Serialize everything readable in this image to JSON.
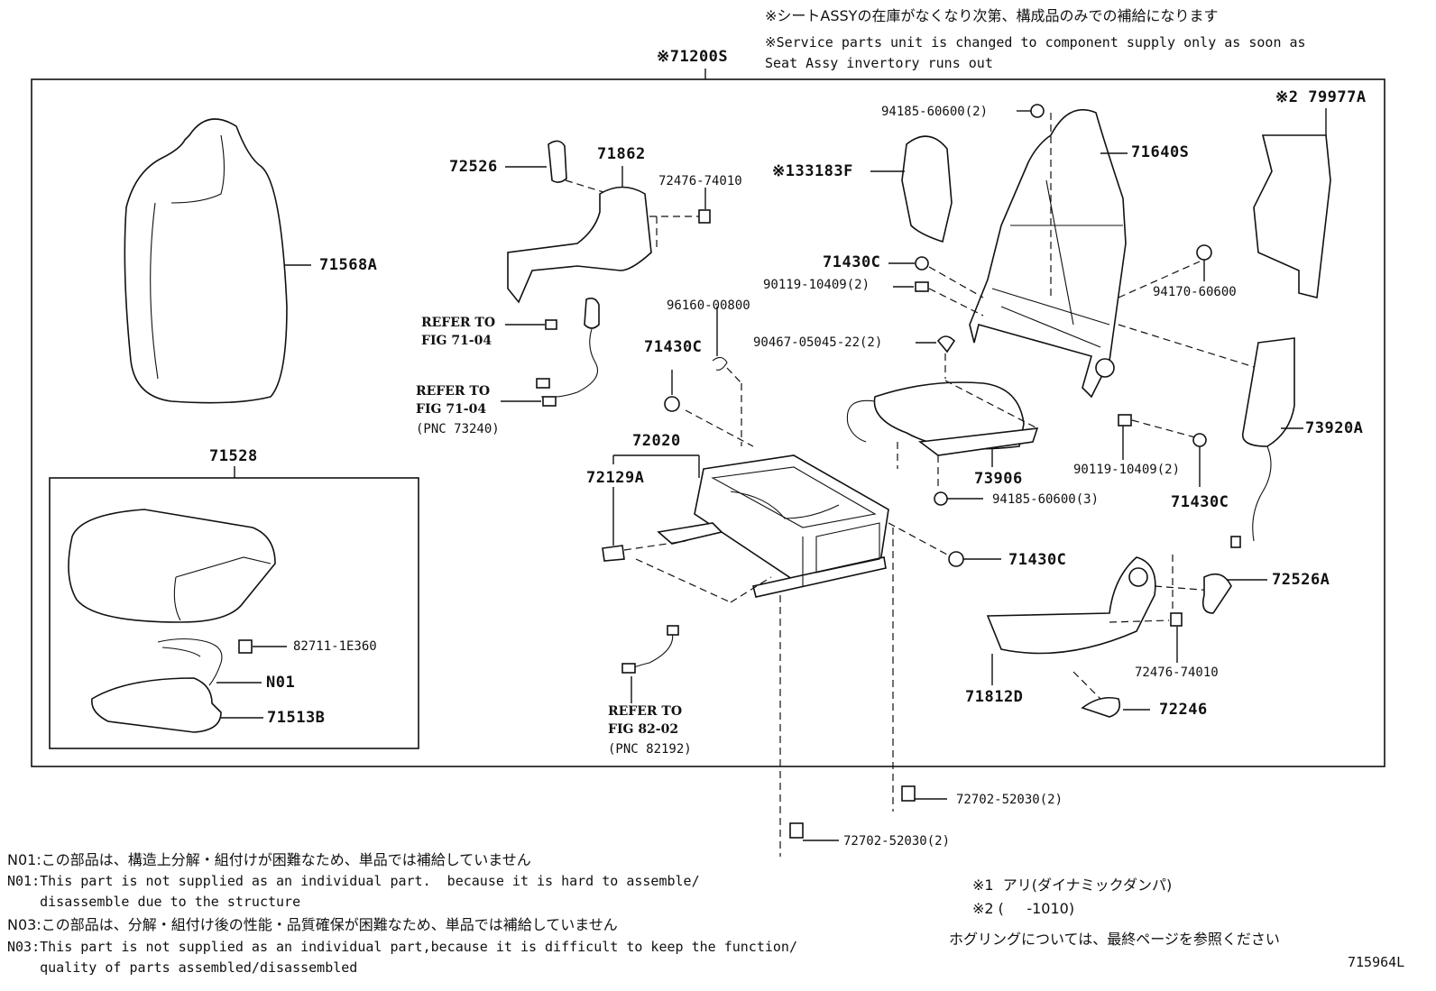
{
  "header": {
    "notice_jp": "※シートASSYの在庫がなくなり次第、構成品のみでの補給になります",
    "notice_en_1": "※Service parts unit is changed to component supply only as soon as",
    "notice_en_2": "Seat Assy invertory runs out"
  },
  "assembly": {
    "label": "※71200S"
  },
  "parts": {
    "p71568A": "71568A",
    "p71528": "71528",
    "p82711": "82711-1E360",
    "pN01": "N01",
    "p71513B": "71513B",
    "p72526": "72526",
    "p71862": "71862",
    "p72476a": "72476-74010",
    "p96160": "96160-00800",
    "p71430c_a": "71430C",
    "p72020": "72020",
    "p72129A": "72129A",
    "p94185a": "94185-60600(2)",
    "p33183F": "※133183F",
    "p71640S": "71640S",
    "p71430c_b": "71430C",
    "p90119a": "90119-10409(2)",
    "p90467": "90467-05045-22(2)",
    "p73906": "73906",
    "p94185b": "94185-60600(3)",
    "p71430c_c": "71430C",
    "p79977A": "※2 79977A",
    "p94170": "94170-60600",
    "p73920A": "73920A",
    "p90119b": "90119-10409(2)",
    "p71430c_d": "71430C",
    "p72526A": "72526A",
    "p72476b": "72476-74010",
    "p71812D": "71812D",
    "p72246": "72246",
    "p72702a": "72702-52030(2)",
    "p72702b": "72702-52030(2)"
  },
  "refs": {
    "r1_line1": "REFER TO",
    "r1_line2": "FIG 71-04",
    "r2_line1": "REFER TO",
    "r2_line2": "FIG 71-04",
    "r2_line3": "(PNC 73240)",
    "r3_line1": "REFER TO",
    "r3_line2": "FIG 82-02",
    "r3_line3": "(PNC 82192)"
  },
  "footnotes": {
    "n01_jp": "N01:この部品は、構造上分解・組付けが困難なため、単品では補給していません",
    "n01_en_1": "N01:This part is not supplied as an individual part.  because it is hard to assemble/",
    "n01_en_2": "    disassemble due to the structure",
    "n03_jp": "N03:この部品は、分解・組付け後の性能・品質確保が困難なため、単品では補給していません",
    "n03_en_1": "N03:This part is not supplied as an individual part,because it is difficult to keep the function/",
    "n03_en_2": "    quality of parts assembled/disassembled"
  },
  "legend": {
    "mark1": "※1  アリ(ダイナミックダンパ)",
    "mark2": "※2 (     -1010)",
    "hog": "ホグリングについては、最終ページを参照ください"
  },
  "figure_id": "715964L"
}
